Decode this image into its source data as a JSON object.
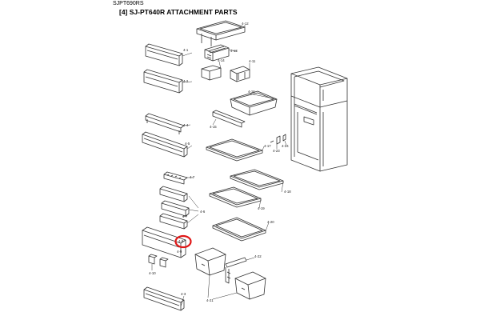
{
  "header": {
    "model": "SJPT690RS",
    "title": "[4] SJ-PT640R ATTACHMENT PARTS"
  },
  "labels": {
    "p4_1": "4-1",
    "p4_2": "4-2",
    "p4_3": "4-3",
    "p4_4": "4-4",
    "p4_5": "4-5",
    "p4_6": "4-6",
    "p4_7": "4-7",
    "p4_8": "4-8",
    "p4_9": "4-9",
    "p4_10": "4-10",
    "p4_11": "4-11",
    "p4_12": "4-12",
    "p4_13": "4-13",
    "p4_14": "4-14",
    "p4_15": "4-15",
    "p4_16": "4-16",
    "p4_17": "4-17",
    "p4_18": "4-18",
    "p4_19": "4-19",
    "p4_20": "4-20",
    "p4_21": "4-21",
    "p4_22": "4-22",
    "p4_23": "4-23",
    "p4_24": "4-24",
    "p4_25": "4-25",
    "p4_26": "4-26"
  },
  "colors": {
    "line": "#333333",
    "highlight": "#e01818"
  }
}
